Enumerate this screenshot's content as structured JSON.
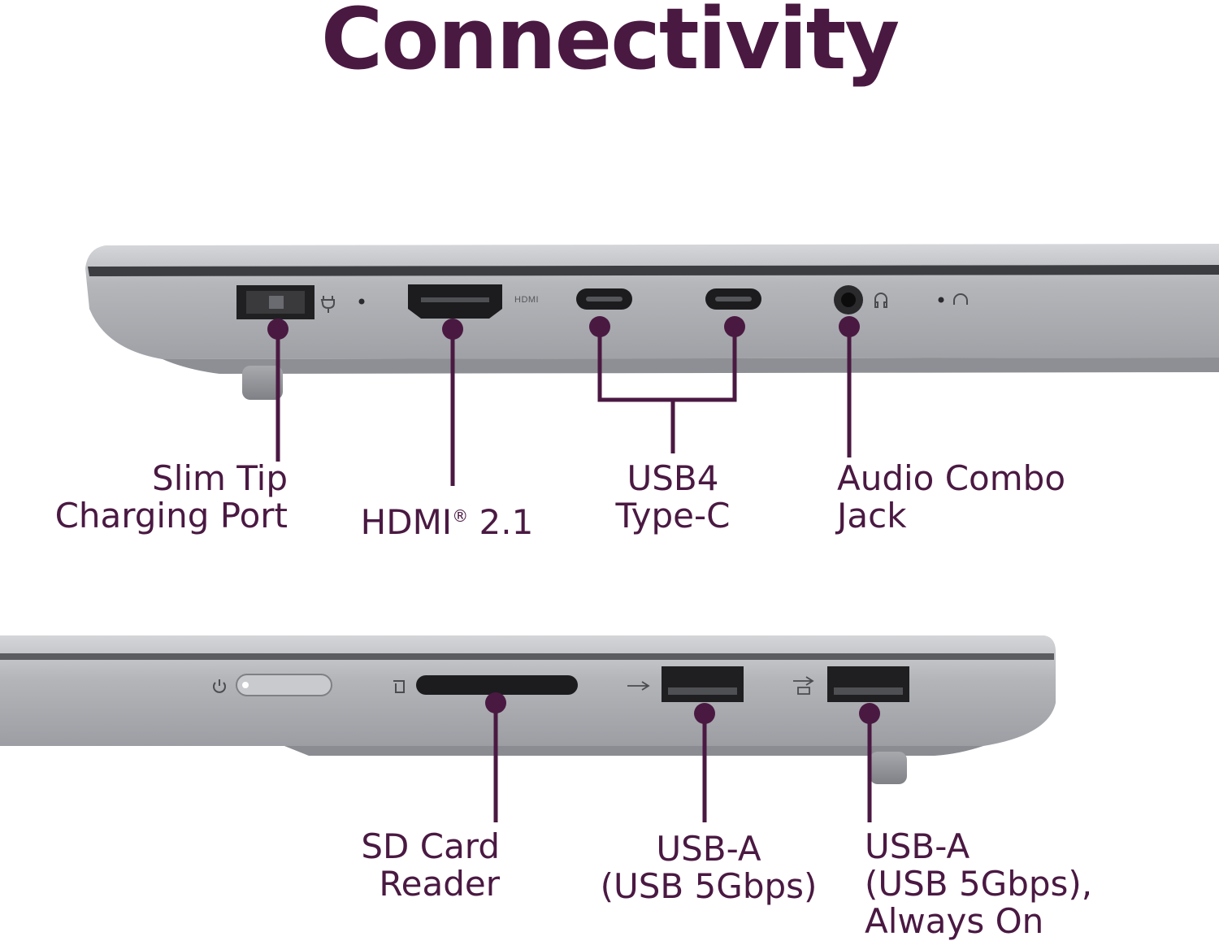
{
  "title": "Connectivity",
  "colors": {
    "accent": "#4a1942",
    "chassis": "#a9abb0",
    "chassis_dark": "#8e9096",
    "port": "#1c1c1e"
  },
  "hdmi_marking": "HDMI",
  "top_side": {
    "ports": [
      {
        "label_lines": [
          "Slim Tip",
          "Charging Port"
        ],
        "icon": "power-plug-icon"
      },
      {
        "label": "HDMI",
        "label_sup": "®",
        "label_tail": " 2.1"
      },
      {
        "label_lines": [
          "USB4",
          "Type-C"
        ]
      },
      {
        "label_lines": [
          "Audio Combo",
          "Jack"
        ],
        "icon": "headset-icon"
      }
    ]
  },
  "bottom_side": {
    "ports": [
      {
        "label_lines": [
          "SD Card",
          "Reader"
        ],
        "icon": "sd-card-icon"
      },
      {
        "label_lines": [
          "USB-A",
          "(USB 5Gbps)"
        ],
        "icon": "superspeed-usb-icon"
      },
      {
        "label_lines": [
          "USB-A",
          "(USB 5Gbps),",
          "Always On"
        ],
        "icon": "usb-charging-icon"
      }
    ],
    "power_icon": "power-icon"
  }
}
